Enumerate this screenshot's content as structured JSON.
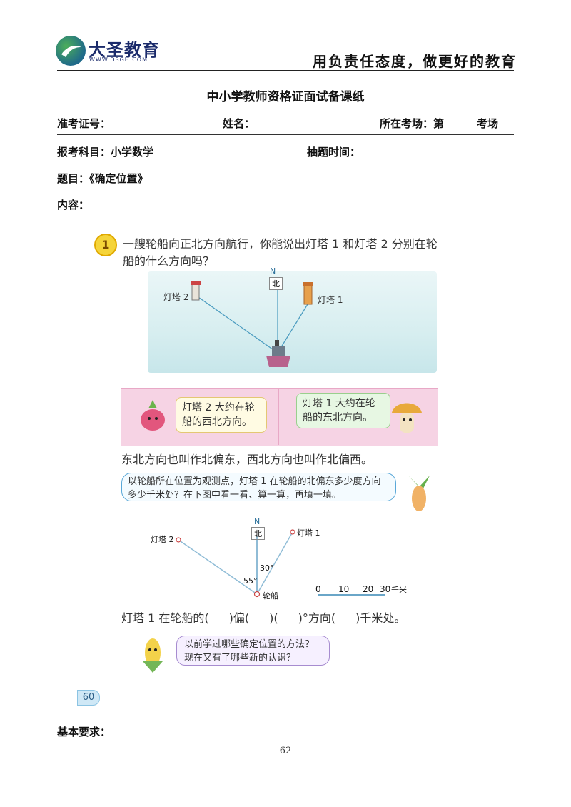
{
  "header": {
    "brand": "大圣教育",
    "url": "WWW.DSGH.COM",
    "slogan": "用负责任态度，做更好的教育"
  },
  "doc_title": "中小学教师资格证面试备课纸",
  "fields": {
    "admission_label": "准考证号：",
    "name_label": "姓名：",
    "room_label": "所在考场：第",
    "room_suffix": "考场",
    "subject_label": "报考科目：小学数学",
    "draw_time_label": "抽题时间：",
    "topic_label": "题目：《确定位置》",
    "content_label": "内容："
  },
  "textbook": {
    "question_number": "1",
    "question_text": "一艘轮船向正北方向航行，你能说出灯塔 1 和灯塔 2 分别在轮船的什么方向吗？",
    "north_letter": "N",
    "north_label": "北",
    "lighthouse1": "灯塔 1",
    "lighthouse2": "灯塔 2",
    "bubble_left": "灯塔 2 大约在轮船的西北方向。",
    "bubble_right": "灯塔 1 大约在轮船的东北方向。",
    "statement": "东北方向也叫作北偏东，西北方向也叫作北偏西。",
    "hint": "以轮船所在位置为观测点，灯塔 1 在轮船的北偏东多少度方向多少千米处？在下图中看一看、算一算，再填一填。",
    "diagram": {
      "north_letter": "N",
      "north_label": "北",
      "lighthouse1": "灯塔 1",
      "lighthouse2": "灯塔 2",
      "ship": "轮船",
      "angle1": "30°",
      "angle2": "55°",
      "scale_ticks": [
        "0",
        "10",
        "20",
        "30"
      ],
      "scale_unit": "千米"
    },
    "fill": {
      "p1": "灯塔 1 在轮船的(",
      "p2": ")偏(",
      "p3": ")(",
      "p4": ")°方向(",
      "p5": ")千米处。"
    },
    "reflect": "以前学过哪些确定位置的方法？现在又有了哪些新的认识？",
    "book_page": "60"
  },
  "requirements_label": "基本要求：",
  "page_number": "62"
}
